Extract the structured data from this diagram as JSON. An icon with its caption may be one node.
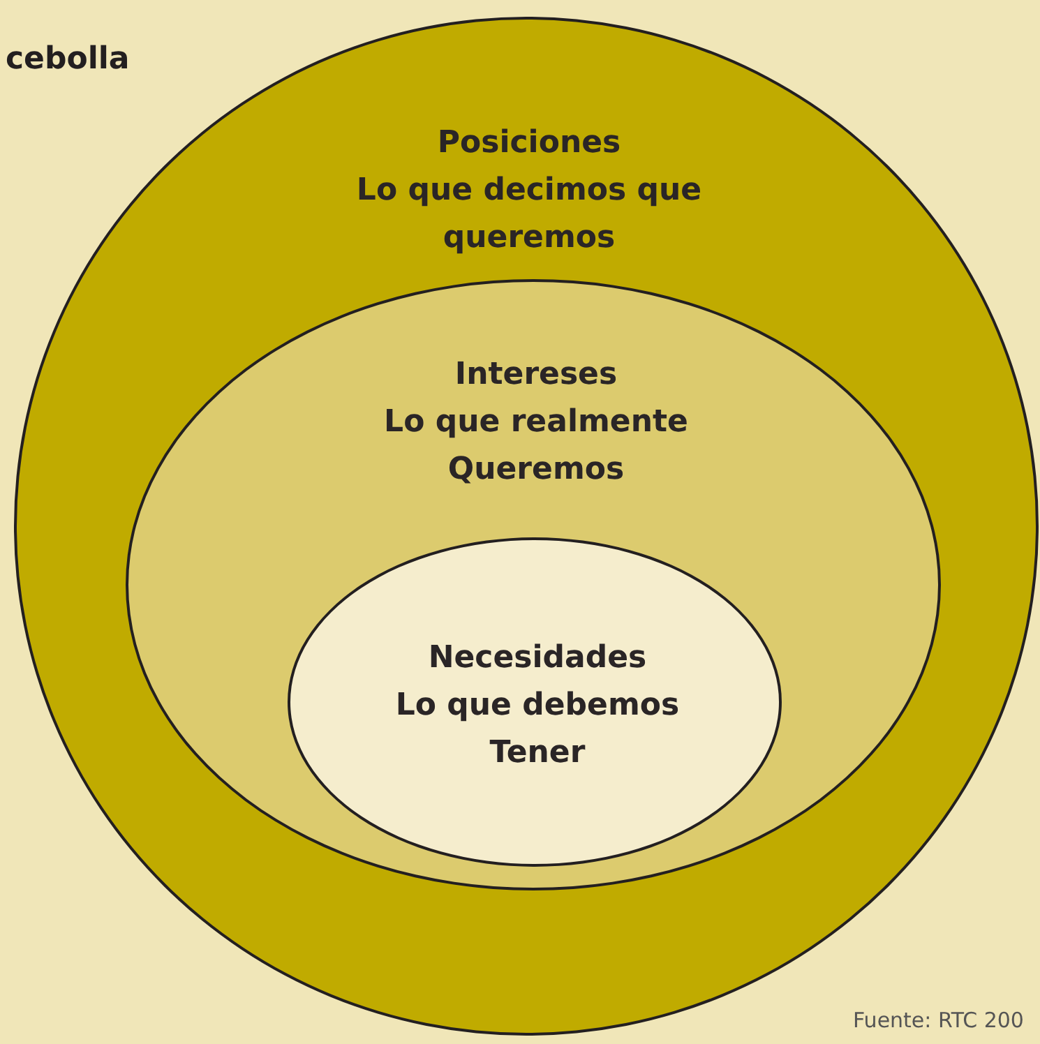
{
  "diagram": {
    "nodes": [
      {
        "text": [
          "Posiciones",
          "Lo que decimos que queremos"
        ]
      },
      {
        "text": [
          "Intereses",
          "Lo que realmente Queremos"
        ],
        "in": 0
      },
      {
        "text": [
          "Necesidades",
          "Lo que debemos Tener"
        ],
        "in": 1
      }
    ],
    "labels": [
      "cebolla",
      "Fuente: RTC 200"
    ]
  }
}
